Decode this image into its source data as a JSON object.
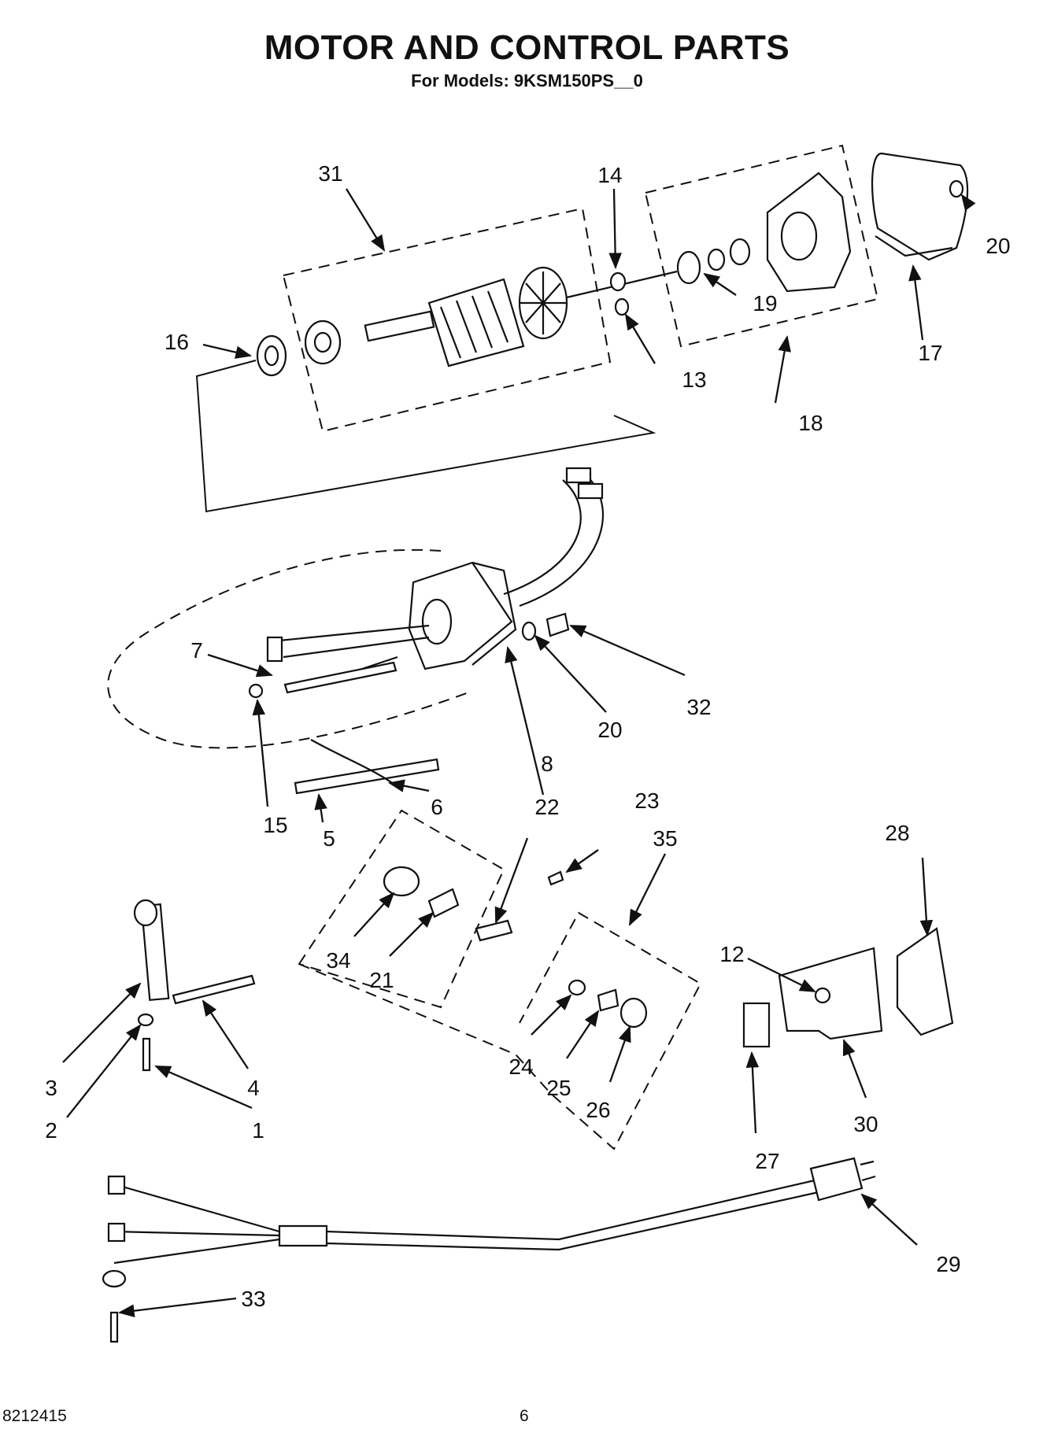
{
  "title": "MOTOR AND CONTROL PARTS",
  "subtitle": "For Models: 9KSM150PS__0",
  "footer": {
    "doc_number": "8212415",
    "page_number": "6"
  },
  "callouts": {
    "c1": "1",
    "c2": "2",
    "c3": "3",
    "c4": "4",
    "c5": "5",
    "c6": "6",
    "c7": "7",
    "c8": "8",
    "c12": "12",
    "c13": "13",
    "c14": "14",
    "c15": "15",
    "c16": "16",
    "c17": "17",
    "c18": "18",
    "c19": "19",
    "c20a": "20",
    "c20b": "20",
    "c21": "21",
    "c22": "22",
    "c23": "23",
    "c24": "24",
    "c25": "25",
    "c26": "26",
    "c27": "27",
    "c28": "28",
    "c29": "29",
    "c30": "30",
    "c31": "31",
    "c32": "32",
    "c33": "33",
    "c34": "34",
    "c35": "35"
  }
}
